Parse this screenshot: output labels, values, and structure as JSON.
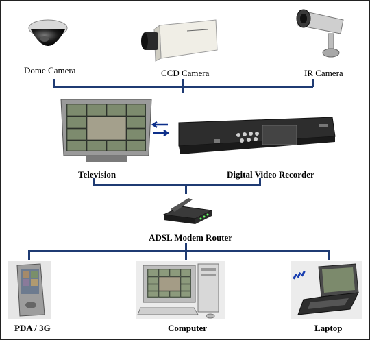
{
  "labels": {
    "dome_camera": "Dome Camera",
    "ccd_camera": "CCD Camera",
    "ir_camera": "IR Camera",
    "television": "Television",
    "dvr": "Digital Video Recorder",
    "modem": "ADSL Modem Router",
    "pda": "PDA / 3G",
    "computer": "Computer",
    "laptop": "Laptop"
  },
  "colors": {
    "connector": "#1f3b73",
    "arrow": "#0d2f8a"
  }
}
